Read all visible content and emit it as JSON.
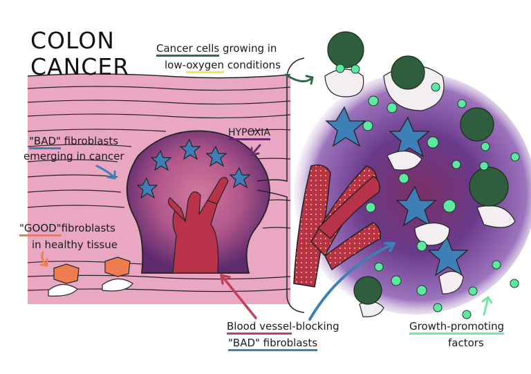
{
  "title": [
    "COLON",
    "CANCER"
  ],
  "labels": {
    "cancer_cells": {
      "part1": "Cancer cells",
      "part2": " growing in",
      "line2a": "low-",
      "line2b": "oxygen",
      "line2c": " conditions"
    },
    "hypoxia": "HYPOXIA",
    "bad_fibro": {
      "part1": "\"BAD\"",
      "part2": " fibroblasts",
      "line2": "emerging in cancer"
    },
    "good_fibro": {
      "part1": "\"GOOD\"",
      "part2": "fibroblasts",
      "line2": "in healthy tissue"
    },
    "blood_vessel": {
      "part1": "Blood vessel",
      "part2": "-blocking",
      "line2a": "\"BAD\"",
      "line2b": " fibroblasts"
    },
    "growth": {
      "line1": "Growth-promoting",
      "line2": "factors"
    }
  },
  "colors": {
    "tissue": "#e9a7c2",
    "tissue_dark": "#c46a92",
    "crypt_dark": "#8a2a6a",
    "fibroblast_blue": "#3f7fb8",
    "fibroblast_orange": "#ef7d4f",
    "cancer_green": "#2e5e3e",
    "growth_factor": "#5ee8a0",
    "tumor_purple": "#5a2a78",
    "vessel_red": "#b8324a",
    "underline_green": "#2e6b46",
    "underline_yellow": "#f1e64a",
    "underline_blue": "#3f7fb8",
    "underline_orange": "#ef7d4f",
    "underline_purple": "#6a2a6e",
    "underline_red": "#c0405a",
    "underline_mint": "#6ee8a8"
  }
}
